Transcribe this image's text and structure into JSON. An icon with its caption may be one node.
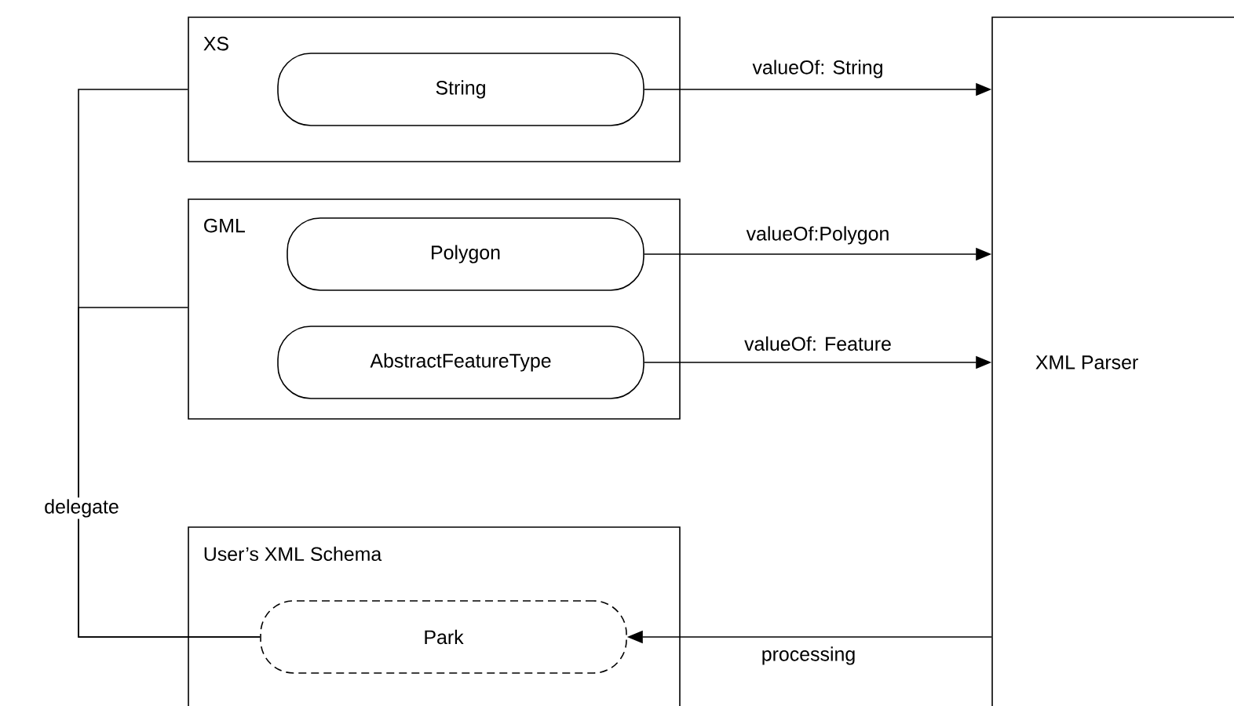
{
  "diagram": {
    "nodes": [
      {
        "text": [
          "XS"
        ]
      },
      {
        "text": [
          "String"
        ],
        "in": 0
      },
      {
        "text": [
          "GML"
        ]
      },
      {
        "text": [
          "Polygon"
        ],
        "in": 2
      },
      {
        "text": [
          "AbstractFeatureType"
        ],
        "in": 2
      },
      {
        "text": [
          "User’s XML Schema"
        ]
      },
      {
        "text": [
          "Park"
        ],
        "in": 5
      },
      {
        "text": [
          "XML Parser"
        ]
      }
    ],
    "edges": [
      {
        "from": 1,
        "to": 7,
        "arrow": "to",
        "label": "valueOf: String"
      },
      {
        "from": 3,
        "to": 7,
        "arrow": "to",
        "label": "valueOf:Polygon"
      },
      {
        "from": 4,
        "to": 7,
        "arrow": "to",
        "label": "valueOf: Feature"
      },
      {
        "from": 7,
        "to": 6,
        "arrow": "to",
        "label": "processing"
      },
      {
        "from": 6,
        "to": 0,
        "arrow": "none",
        "label": "delegate"
      },
      {
        "from": 6,
        "to": 2,
        "arrow": "none"
      }
    ]
  }
}
